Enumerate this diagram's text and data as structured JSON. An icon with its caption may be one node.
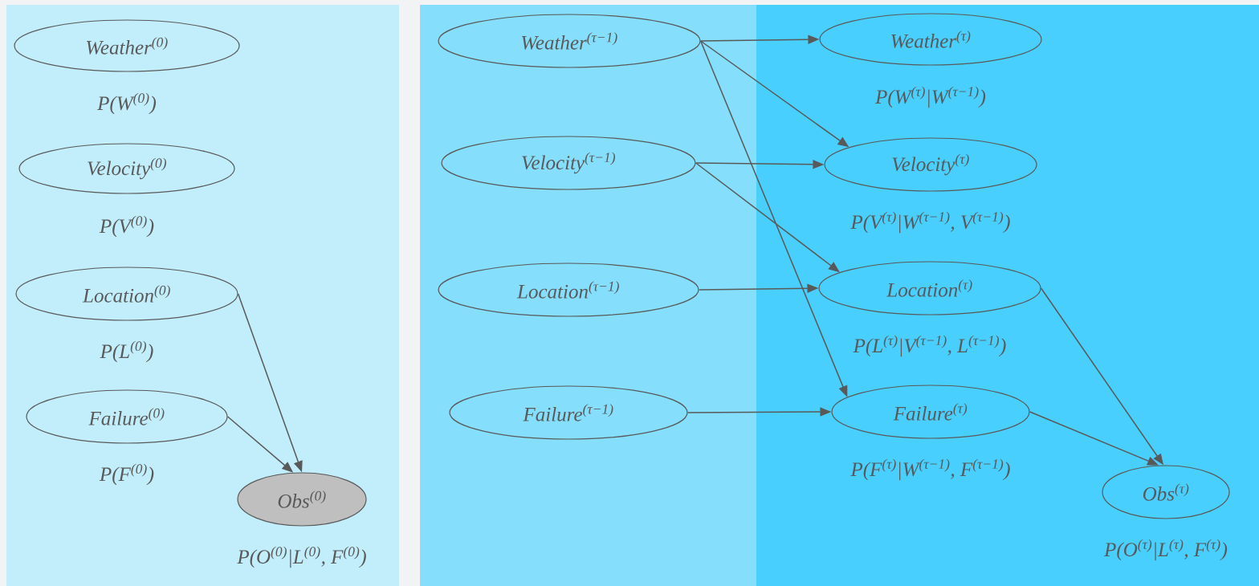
{
  "diagram": {
    "nodes": [
      {
        "text": [
          "Weather$^{(0)}$"
        ],
        "beside": [
          "P(W$^{(0)}$)"
        ]
      },
      {
        "text": [
          "Velocity$^{(0)}$"
        ],
        "beside": [
          "P(V$^{(0)}$)"
        ]
      },
      {
        "text": [
          "Location$^{(0)}$"
        ],
        "beside": [
          "P(L$^{(0)}$)"
        ]
      },
      {
        "text": [
          "Failure$^{(0)}$"
        ],
        "beside": [
          "P(F$^{(0)}$)"
        ]
      },
      {
        "text": [
          "Obs$^{(0)}$"
        ],
        "beside": [
          "P(O$^{(0)}$|L$^{(0)}$, F$^{(0)}$)"
        ]
      },
      {
        "text": [
          "Weather$^{(τ−1)}$"
        ]
      },
      {
        "text": [
          "Velocity$^{(τ−1)}$"
        ]
      },
      {
        "text": [
          "Location$^{(τ−1)}$"
        ]
      },
      {
        "text": [
          "Failure$^{(τ−1)}$"
        ]
      },
      {
        "text": [
          "Weather$^{(τ)}$"
        ],
        "beside": [
          "P(W$^{(τ)}$|W$^{(τ−1)}$)"
        ]
      },
      {
        "text": [
          "Velocity$^{(τ)}$"
        ],
        "beside": [
          "P(V$^{(τ)}$|W$^{(τ−1)}$, V$^{(τ−1)}$)"
        ]
      },
      {
        "text": [
          "Location$^{(τ)}$"
        ],
        "beside": [
          "P(L$^{(τ)}$|V$^{(τ−1)}$, L$^{(τ−1)}$)"
        ]
      },
      {
        "text": [
          "Failure$^{(τ)}$"
        ],
        "beside": [
          "P(F$^{(τ)}$|W$^{(τ−1)}$, F$^{(τ−1)}$)"
        ]
      },
      {
        "text": [
          "Obs$^{(τ)}$"
        ],
        "beside": [
          "P(O$^{(τ)}$|L$^{(τ)}$, F$^{(τ)}$)"
        ]
      }
    ],
    "edges": [
      {
        "from": 2,
        "to": 4,
        "arrow": "to"
      },
      {
        "from": 3,
        "to": 4,
        "arrow": "to"
      },
      {
        "from": 5,
        "to": 9,
        "arrow": "to"
      },
      {
        "from": 5,
        "to": 10,
        "arrow": "to"
      },
      {
        "from": 5,
        "to": 12,
        "arrow": "to"
      },
      {
        "from": 6,
        "to": 10,
        "arrow": "to"
      },
      {
        "from": 6,
        "to": 11,
        "arrow": "to"
      },
      {
        "from": 7,
        "to": 11,
        "arrow": "to"
      },
      {
        "from": 8,
        "to": 12,
        "arrow": "to"
      },
      {
        "from": 11,
        "to": 13,
        "arrow": "to"
      },
      {
        "from": 12,
        "to": 13,
        "arrow": "to"
      }
    ]
  }
}
